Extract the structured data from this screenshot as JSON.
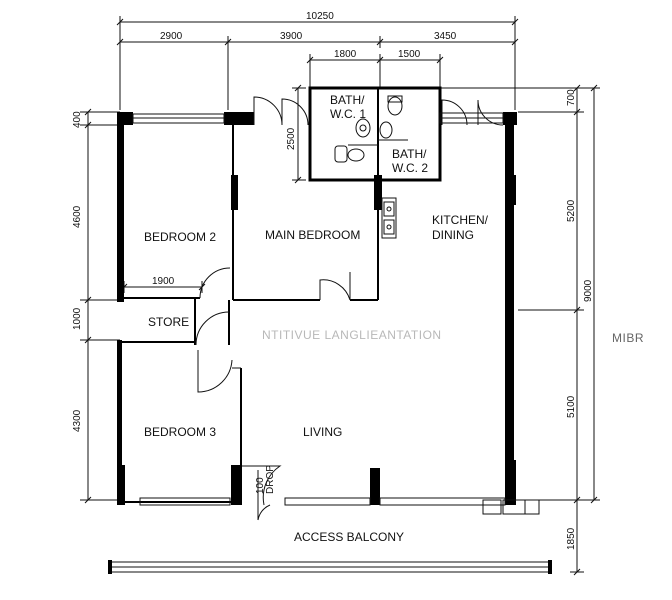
{
  "dimensions": {
    "overall_width": "10250",
    "top_segments": [
      "2900",
      "3900",
      "3450"
    ],
    "bath_segments": [
      "1800",
      "1500"
    ],
    "bath_depth": "2500",
    "left_side": [
      "400",
      "4600",
      "1000",
      "4300"
    ],
    "right_inner": [
      "700",
      "5200",
      "5100"
    ],
    "right_overall": "9000",
    "store_width": "1900",
    "drop": "100\nDROP",
    "balcony_depth": "1850"
  },
  "rooms": {
    "bath1": [
      "BATH/",
      "W.C. 1"
    ],
    "bath2": [
      "BATH/",
      "W.C. 2"
    ],
    "bedroom2": "BEDROOM 2",
    "main_bedroom": "MAIN BEDROOM",
    "kitchen": [
      "KITCHEN/",
      "DINING"
    ],
    "store": "STORE",
    "bedroom3": "BEDROOM 3",
    "living": "LIVING",
    "access_balcony": "ACCESS BALCONY"
  },
  "watermark": {
    "center": "NTITIVUE LANGLIEANTATION",
    "right": "MIBR"
  }
}
